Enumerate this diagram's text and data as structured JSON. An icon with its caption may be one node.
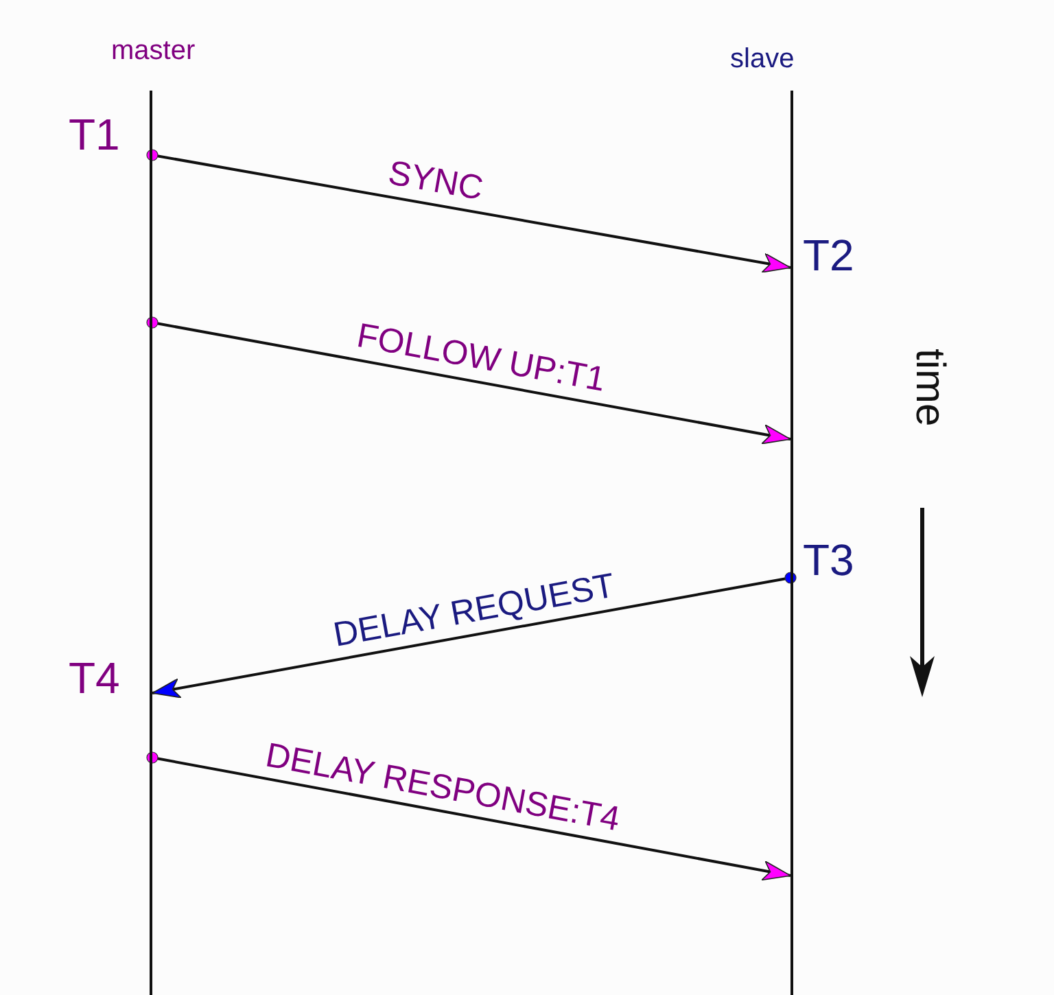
{
  "diagram": {
    "nodes": [
      {
        "text": [
          "master"
        ]
      },
      {
        "text": [
          "slave"
        ]
      }
    ],
    "edges": [
      {
        "from": 0,
        "to": 1,
        "arrow": "to",
        "label": "SYNC"
      },
      {
        "from": 0,
        "to": 1,
        "arrow": "to",
        "label": "FOLLOW UP:T1"
      },
      {
        "from": 1,
        "to": 0,
        "arrow": "to",
        "label": "DELAY REQUEST"
      },
      {
        "from": 0,
        "to": 1,
        "arrow": "to",
        "label": "DELAY RESPONSE:T4"
      }
    ],
    "labels": [
      "T1",
      "T2",
      "T3",
      "T4",
      "time"
    ]
  }
}
